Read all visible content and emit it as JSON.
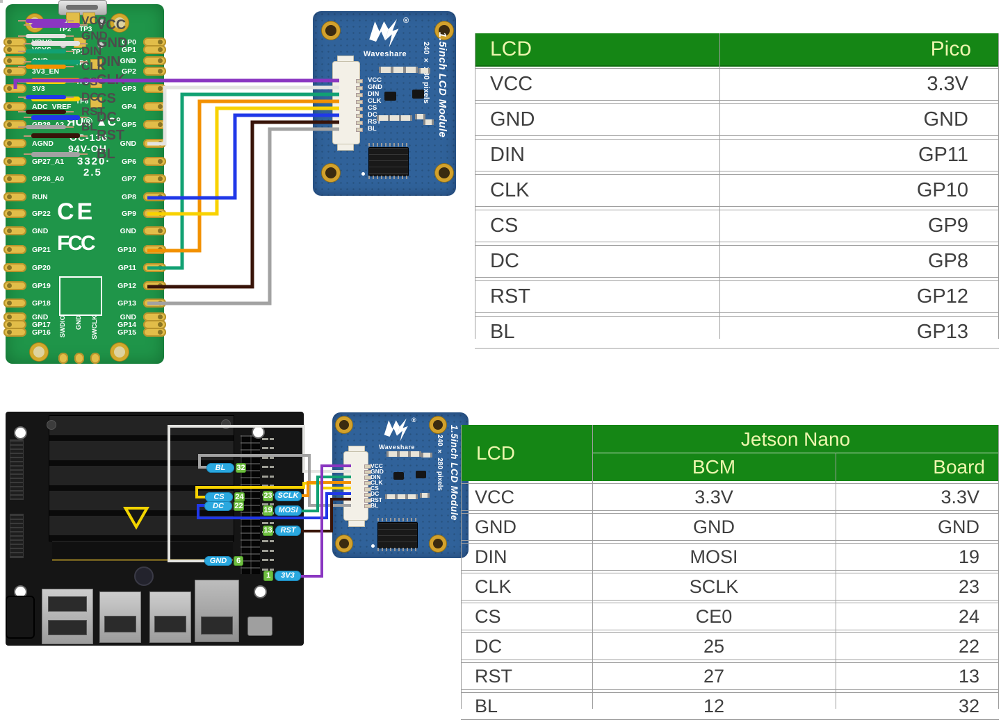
{
  "colors": {
    "table_green": "#158615",
    "table_header_text": "#edf6ae",
    "table_text": "#3f3f3f",
    "table_border": "#9e9e9e",
    "pico_green": "#1f9549",
    "pad_gold": "#e2bd49",
    "lcd_blue": "#30629a",
    "lcd_blue_dot": "#27527f",
    "connector_cream": "#f3f0e7",
    "jetson_black": "#151515",
    "badge_blue": "#2aa8df",
    "badge_green": "#6fbe41",
    "legend_text": "#4c4c4c",
    "legend_lead": "#c29877"
  },
  "signals": [
    {
      "name": "VCC",
      "color": "#8a36c1"
    },
    {
      "name": "GND",
      "color": "#e4e4e1"
    },
    {
      "name": "DIN",
      "color": "#11a173"
    },
    {
      "name": "CLK",
      "color": "#f29100"
    },
    {
      "name": "CS",
      "color": "#f8d200"
    },
    {
      "name": "DC",
      "color": "#2038e8"
    },
    {
      "name": "RST",
      "color": "#381409"
    },
    {
      "name": "BL",
      "color": "#a2a2a2"
    }
  ],
  "pico_board": {
    "left_pins": [
      "VBUS",
      "VSYS",
      "GND",
      "3V3_EN",
      "3V3",
      "ADC_VREF",
      "GP28_A2",
      "AGND",
      "GP27_A1",
      "GP26_A0",
      "RUN",
      "GP22",
      "GND",
      "GP21",
      "GP20",
      "GP19",
      "GP18",
      "GND",
      "GP17",
      "GP16"
    ],
    "right_pins": [
      "GP0",
      "GP1",
      "GND",
      "GP2",
      "GP3",
      "GP4",
      "GP5",
      "GND",
      "GP6",
      "GP7",
      "GP8",
      "GP9",
      "GND",
      "GP10",
      "GP11",
      "GP12",
      "GP13",
      "GND",
      "GP14",
      "GP15"
    ],
    "bottom_pins": [
      "SWDIO",
      "GND",
      "SWCLK"
    ],
    "test_points": [
      "TP2",
      "TP3",
      "TP1",
      "TP4",
      "TP5",
      "TP6"
    ],
    "cert_mark_ce": "CE",
    "cert_mark_fcc": "FCC",
    "ul_mark": "ЯU®",
    "delta_mark": "▲C°",
    "silkscreen": [
      "OC-136",
      "94V-OH",
      "3320·",
      "2.5"
    ]
  },
  "lcd_module": {
    "brand": "Waveshare",
    "registered": "®",
    "title": "1.5inch LCD Module",
    "subtitle": "240 × 280 pixels",
    "pins": [
      "VCC",
      "GND",
      "DIN",
      "CLK",
      "CS",
      "DC",
      "RST",
      "BL"
    ]
  },
  "jetson_board": {
    "left_badges": [
      {
        "signal": "BL",
        "pin": "32"
      },
      {
        "signal": "CS",
        "pin": "24"
      },
      {
        "signal": "DC",
        "pin": "22"
      },
      {
        "signal": "GND",
        "pin": "6"
      }
    ],
    "right_badges": [
      {
        "pin": "23",
        "signal": "SCLK"
      },
      {
        "pin": "19",
        "signal": "MOSI"
      },
      {
        "pin": "13",
        "signal": "RST"
      },
      {
        "pin": "1",
        "signal": "3V3"
      }
    ]
  },
  "pico_table": {
    "col1_header": "LCD",
    "col2_header": "Pico",
    "rows": [
      [
        "VCC",
        "3.3V"
      ],
      [
        "GND",
        "GND"
      ],
      [
        "DIN",
        "GP11"
      ],
      [
        "CLK",
        "GP10"
      ],
      [
        "CS",
        "GP9"
      ],
      [
        "DC",
        "GP8"
      ],
      [
        "RST",
        "GP12"
      ],
      [
        "BL",
        "GP13"
      ]
    ]
  },
  "jetson_table": {
    "col1_header": "LCD",
    "group_header": "Jetson Nano",
    "sub_headers": [
      "BCM",
      "Board"
    ],
    "rows": [
      [
        "VCC",
        "3.3V",
        "3.3V"
      ],
      [
        "GND",
        "GND",
        "GND"
      ],
      [
        "DIN",
        "MOSI",
        "19"
      ],
      [
        "CLK",
        "SCLK",
        "23"
      ],
      [
        "CS",
        "CE0",
        "24"
      ],
      [
        "DC",
        "25",
        "22"
      ],
      [
        "RST",
        "27",
        "13"
      ],
      [
        "BL",
        "12",
        "32"
      ]
    ]
  }
}
